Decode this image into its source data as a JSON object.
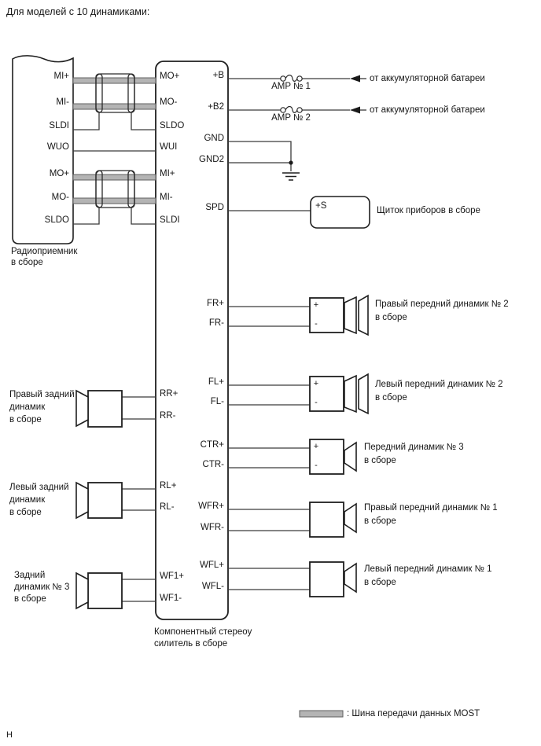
{
  "title": "Для моделей с 10 динамиками:",
  "page_mark": "Н",
  "colors": {
    "line": "#1f1f1f",
    "bus_fill": "#b4b4b4",
    "bus_edge": "#5f5f5f",
    "background": "#ffffff"
  },
  "icons": {
    "most_bus": "thick-gray-bar",
    "shield": "twisted-pair-capsule",
    "fuse": "circle-wave-circle",
    "battery_arrow": "left-filled-triangle",
    "ground": "three-bar-ground",
    "speaker": "box-with-cone"
  },
  "radio": {
    "name_line1": "Радиоприемник",
    "name_line2": "в сборе",
    "pins": [
      "MI+",
      "MI-",
      "SLDI",
      "WUO",
      "MO+",
      "MO-",
      "SLDO"
    ]
  },
  "amplifier": {
    "name_line1": "Компонентный стереоу",
    "name_line2": "силитель в сборе",
    "left_pins": [
      "MO+",
      "MO-",
      "SLDO",
      "WUI",
      "MI+",
      "MI-",
      "SLDI"
    ],
    "speaker_pins_left": [
      "RR+",
      "RR-",
      "RL+",
      "RL-",
      "WF1+",
      "WF1-"
    ],
    "right_pins": [
      "+B",
      "+B2",
      "GND",
      "GND2",
      "SPD",
      "FR+",
      "FR-",
      "FL+",
      "FL-",
      "CTR+",
      "CTR-",
      "WFR+",
      "WFR-",
      "WFL+",
      "WFL-"
    ]
  },
  "power": {
    "fuse1": "AMP № 1",
    "fuse2": "AMP № 2",
    "source1": "от аккумуляторной батареи",
    "source2": "от аккумуляторной батареи"
  },
  "instrument_panel": {
    "pin": "+S",
    "label": "Щиток приборов в сборе"
  },
  "speakers": {
    "fr": {
      "plus": "+",
      "minus": "-",
      "line1": "Правый передний динамик № 2",
      "line2": "в сборе"
    },
    "fl": {
      "plus": "+",
      "minus": "-",
      "line1": "Левый передний динамик № 2",
      "line2": "в сборе"
    },
    "ctr": {
      "plus": "+",
      "minus": "-",
      "line1": "Передний динамик № 3",
      "line2": "в сборе"
    },
    "wfr": {
      "line1": "Правый передний динамик № 1",
      "line2": "в сборе"
    },
    "wfl": {
      "line1": "Левый передний динамик № 1",
      "line2": "в сборе"
    },
    "rr": {
      "line1": "Правый задний",
      "line2": "динамик",
      "line3": "в сборе"
    },
    "rl": {
      "line1": "Левый задний",
      "line2": "динамик",
      "line3": "в сборе"
    },
    "wf1": {
      "line1": "Задний",
      "line2": "динамик № 3",
      "line3": "в сборе"
    }
  },
  "legend": {
    "label": ": Шина передачи данных MOST"
  }
}
